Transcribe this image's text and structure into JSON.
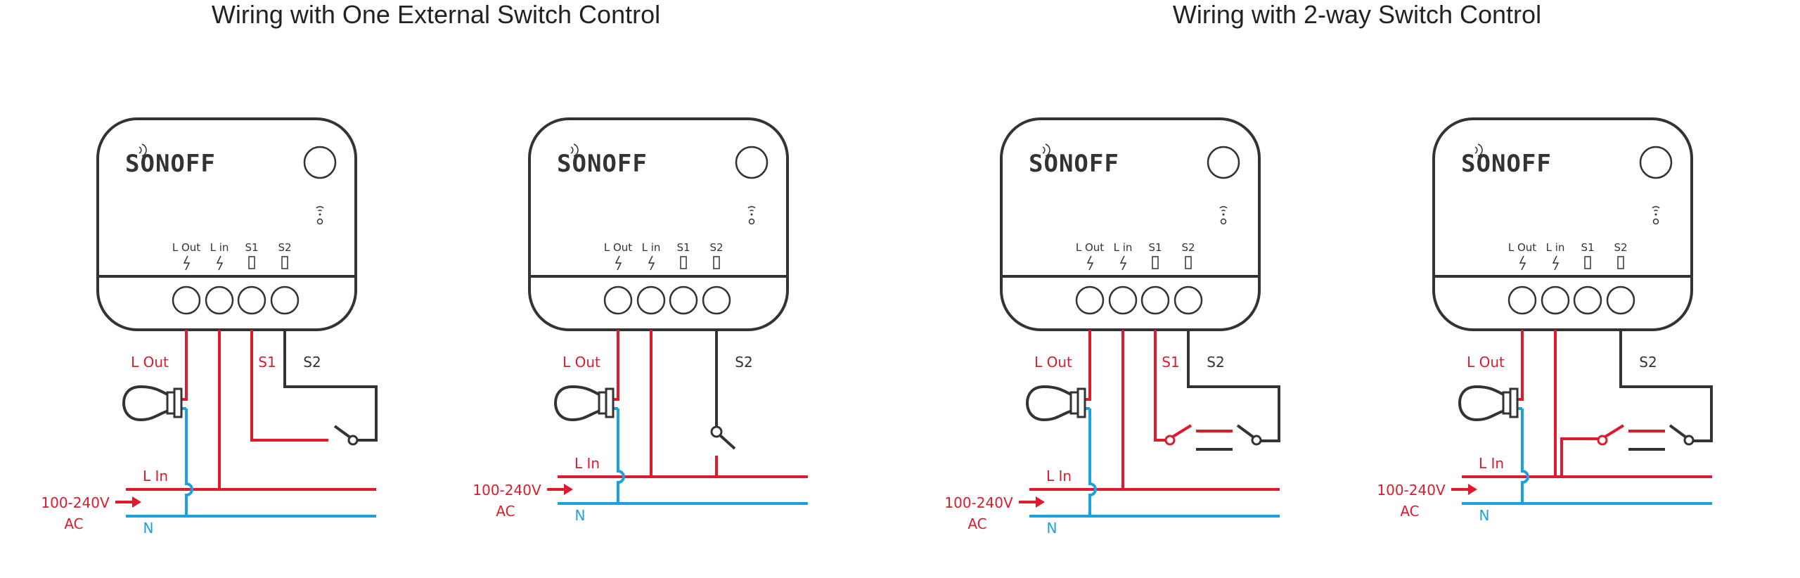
{
  "titles": {
    "left": "Wiring with One External Switch Control",
    "right": "Wiring with 2-way Switch Control"
  },
  "device": {
    "logo": "SONOFF",
    "terminal_labels": [
      "L Out",
      "L in",
      "S1",
      "S2"
    ]
  },
  "wire_labels": {
    "l_out": "L Out",
    "s1": "S1",
    "s2": "S2",
    "l_in": "L In",
    "voltage": "100-240V",
    "ac": "AC",
    "neutral": "N"
  },
  "diagrams": [
    {
      "id": "one-switch-s1",
      "switch": "single-s1"
    },
    {
      "id": "one-switch-s2",
      "switch": "single-s2"
    },
    {
      "id": "two-way-s1",
      "switch": "two-way-s1"
    },
    {
      "id": "two-way-s2",
      "switch": "two-way-s2"
    }
  ],
  "colors": {
    "live": "#de1a2e",
    "neutral": "#1ba1dd",
    "device": "#333333"
  }
}
